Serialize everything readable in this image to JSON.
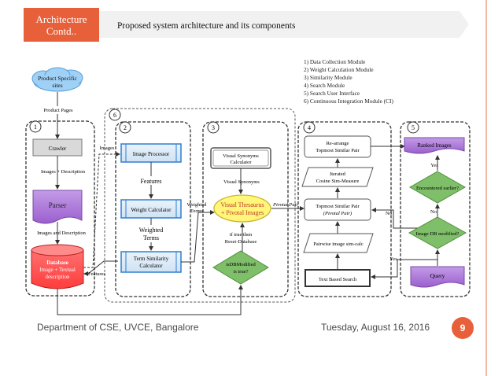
{
  "header": {
    "title_line1": "Architecture",
    "title_line2": "Contd..",
    "subtitle": "Proposed system architecture and its components"
  },
  "legend": [
    "1)  Data Collection Module",
    "2)  Weight Calculation Module",
    "3)  Similarity Module",
    "4)  Search Module",
    "5)  Search User Interface",
    "6)  Continuous Integration Module (CI)"
  ],
  "diagram": {
    "cloud_line1": "Product Specific",
    "cloud_line2": "sites",
    "product_pages": "Product Pages",
    "crawler": "Crawler",
    "images_desc": "Images + Description",
    "parser": "Parser",
    "images_and_desc": "Images and Description",
    "db_line1": "Database",
    "db_line2": "Image + Textual",
    "db_line3": "description",
    "images_edge": "Images",
    "features_edge": "Features",
    "image_processor": "Image Processor",
    "features": "Features",
    "weight_calculator": "Weight Calculator",
    "weighted_terms_line1": "Weighted",
    "weighted_terms_line2": "Terms",
    "term_sim_line1": "Term Similarity",
    "term_sim_line2": "Calculator",
    "weighted_terms_edge_line1": "Weighted",
    "weighted_terms_edge_line2": "Terms",
    "vis_syn_calc_line1": "Visual Synonyms",
    "vis_syn_calc_line2": "Calculator",
    "visual_synonyms": "Visual Synonyms",
    "vt_line1": "Visual Thesaurus",
    "vt_line2": "+ Pivotal Images",
    "if_true_line1": "if true then",
    "if_true_line2": "Reset-Database",
    "isdb_line1": "isDBModified",
    "isdb_line2": "is true?",
    "pivotal_pair_edge": "Pivotal Pair",
    "rearrange_line1": "Re-arrange",
    "rearrange_line2": "Topmost Similar Pair",
    "iterated_line1": "Iterated",
    "iterated_line2": "Cosine Sim-Measure",
    "topmost_line1": "Topmost Similar Pair",
    "topmost_line2": "(Pivotal Pair)",
    "pairwise": "Pairwise image sim-calc",
    "text_search": "Text Based Search",
    "ranked_images": "Ranked Images",
    "yes1": "Yes",
    "encountered": "Encountered earlier?",
    "no1": "No",
    "image_db_modified": "Image DB modified?",
    "no_edge": "No",
    "yes_edge": "Yes",
    "query": "Query",
    "num1": "1",
    "num2": "2",
    "num3": "3",
    "num4": "4",
    "num5": "5",
    "num6": "6"
  },
  "footer": {
    "department": "Department of CSE, UVCE, Bangalore",
    "date": "Tuesday, August 16, 2016",
    "page": "9"
  },
  "colors": {
    "accent": "#e8603a",
    "process_blue": "#2f7fd0",
    "parser_purple": "#a66bd1",
    "db_red": "#ff4b4b",
    "decision_green": "#7fbf6a",
    "thesaurus_yellow": "#fff67a"
  }
}
